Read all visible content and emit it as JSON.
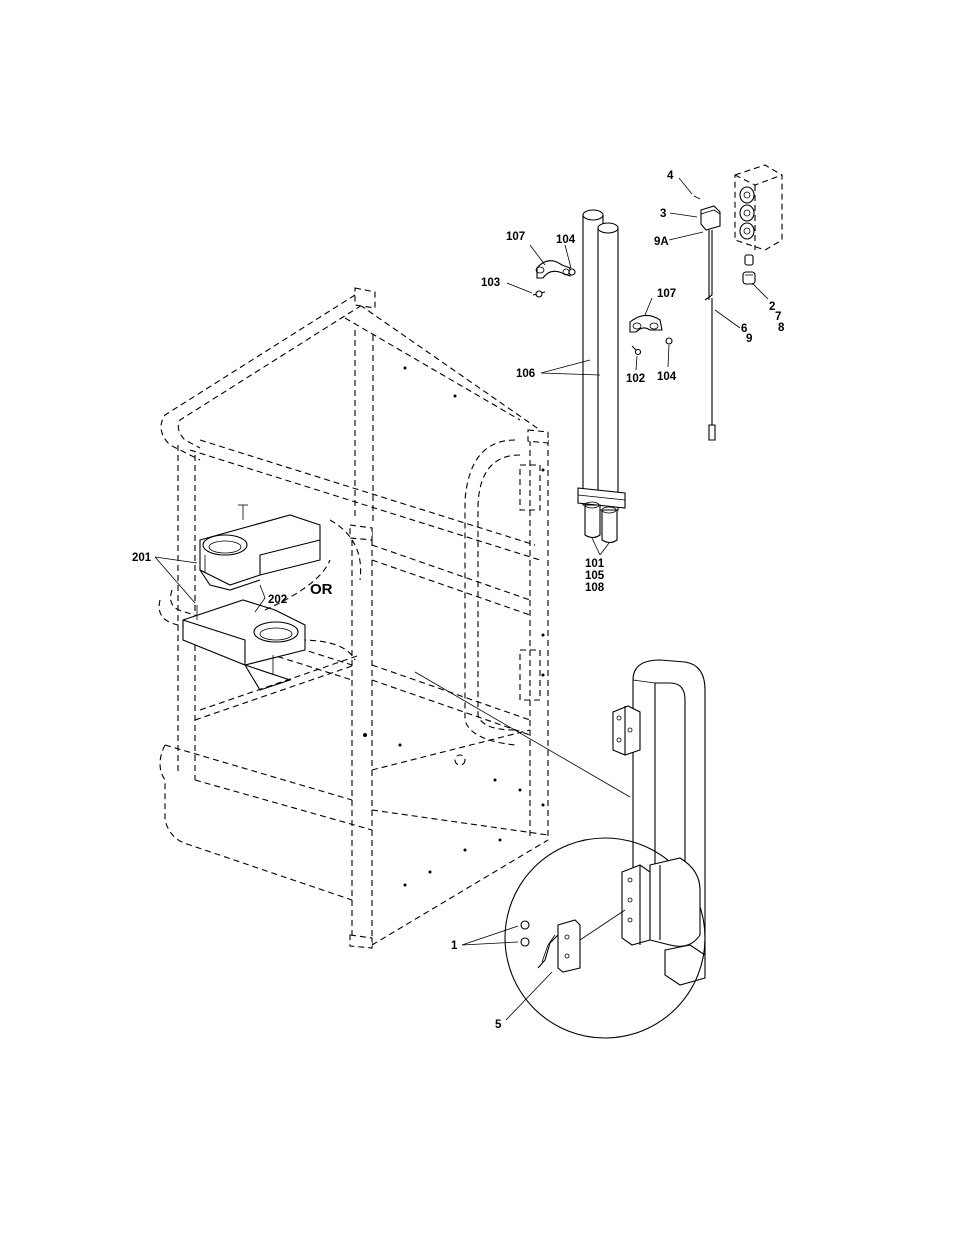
{
  "callouts": {
    "c1": "1",
    "c2": "2",
    "c3": "3",
    "c4": "4",
    "c5": "5",
    "c6": "6",
    "c7": "7",
    "c8": "8",
    "c9": "9",
    "c9a": "9A",
    "c101": "101",
    "c102": "102",
    "c103": "103",
    "c104a": "104",
    "c104b": "104",
    "c105": "105",
    "c106": "106",
    "c107a": "107",
    "c107b": "107",
    "c108": "108",
    "c201": "201",
    "c202": "202",
    "or": "OR"
  }
}
